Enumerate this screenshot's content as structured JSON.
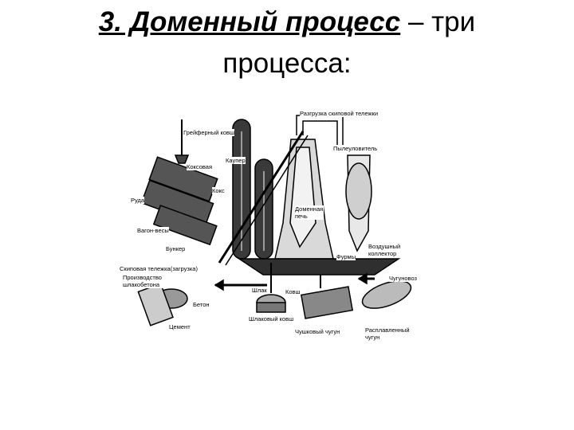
{
  "title": {
    "part1": "3. Доменный процесс",
    "part2": " – три",
    "line2": "процесса:"
  },
  "diagram": {
    "labels": {
      "skip_unload": "Разгрузка скиповой тележки",
      "grab_bucket": "Грейферный ковш",
      "coke_oven": "Коксовая",
      "cowper": "Каупер",
      "dust_catcher": "Пылеуловитель",
      "coke": "Кокс",
      "ore": "Руда",
      "blast_furnace": "Доменная печь",
      "wagon_scales": "Вагон-весы",
      "bunker": "Бункер",
      "air_collector": "Воздушный коллектор",
      "tuyeres": "Фурмы",
      "skip_car": "Скиповая тележка(загрузка)",
      "slag_concrete": "Производство шлакобетона",
      "cast_iron_ladle": "Чугуновоз",
      "slag": "Шлак",
      "ladle": "Ковш",
      "concrete": "Бетон",
      "slag_ladle": "Шлаковый ковш",
      "cement": "Цемент",
      "pig_iron": "Чушковый чугун",
      "molten_iron": "Расплавленный чугун"
    }
  }
}
